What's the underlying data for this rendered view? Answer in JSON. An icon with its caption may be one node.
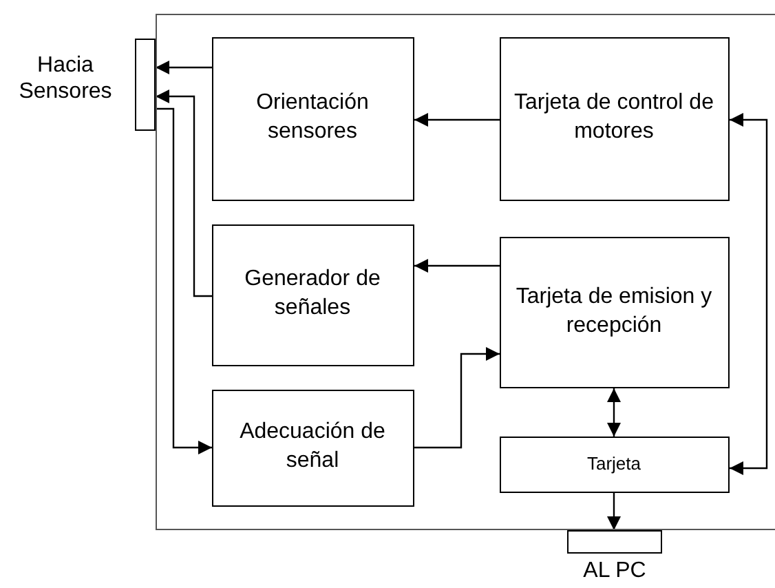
{
  "diagram": {
    "nodes": [
      {
        "text": [],
        "shape": "box"
      },
      {
        "text": [
          "Hacia Sensores"
        ]
      },
      {
        "text": [
          "Orientación sensores"
        ],
        "in": 0
      },
      {
        "text": [
          "Tarjeta de control de motores"
        ],
        "in": 0
      },
      {
        "text": [
          "Generador de señales"
        ],
        "in": 0
      },
      {
        "text": [
          "Tarjeta de emision y recepción"
        ],
        "in": 0
      },
      {
        "text": [
          "Adecuación de señal"
        ],
        "in": 0
      },
      {
        "text": [
          "Tarjeta"
        ],
        "in": 0
      },
      {
        "text": [
          "AL PC"
        ]
      }
    ],
    "edges": [
      {
        "from": 3,
        "to": 2,
        "arrow": "to"
      },
      {
        "from": 2,
        "to": 1,
        "arrow": "to"
      },
      {
        "from": 4,
        "to": 1,
        "arrow": "to"
      },
      {
        "from": 1,
        "to": 6,
        "arrow": "to"
      },
      {
        "from": 5,
        "to": 4,
        "arrow": "to"
      },
      {
        "from": 6,
        "to": 5,
        "arrow": "to"
      },
      {
        "from": 5,
        "to": 7,
        "arrow": "both"
      },
      {
        "from": 7,
        "to": 3,
        "arrow": "both"
      },
      {
        "from": 7,
        "to": 8,
        "arrow": "to"
      }
    ]
  }
}
